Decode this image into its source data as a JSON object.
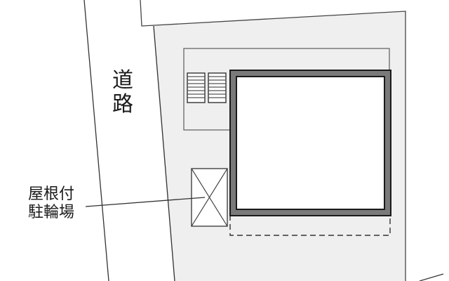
{
  "diagram": {
    "type": "site-plan",
    "labels": {
      "road": {
        "line1": "道",
        "line2": "路"
      },
      "bike_parking": {
        "line1": "屋根付",
        "line2": "駐輪場"
      }
    },
    "elements": {
      "road": "road strip on the left",
      "lot": "grey site lot",
      "building": "main building (thick frame)",
      "inner_area": "outlined area behind building",
      "vents": "two louver grilles",
      "bike_shelter": "covered bicycle parking box (X-marked)",
      "balcony": "dashed outline below building"
    },
    "colors": {
      "lot_fill": "#efefef",
      "line": "#333333",
      "building_frame": "#7a7a7a",
      "building_fill": "#ffffff",
      "background": "#ffffff"
    }
  }
}
